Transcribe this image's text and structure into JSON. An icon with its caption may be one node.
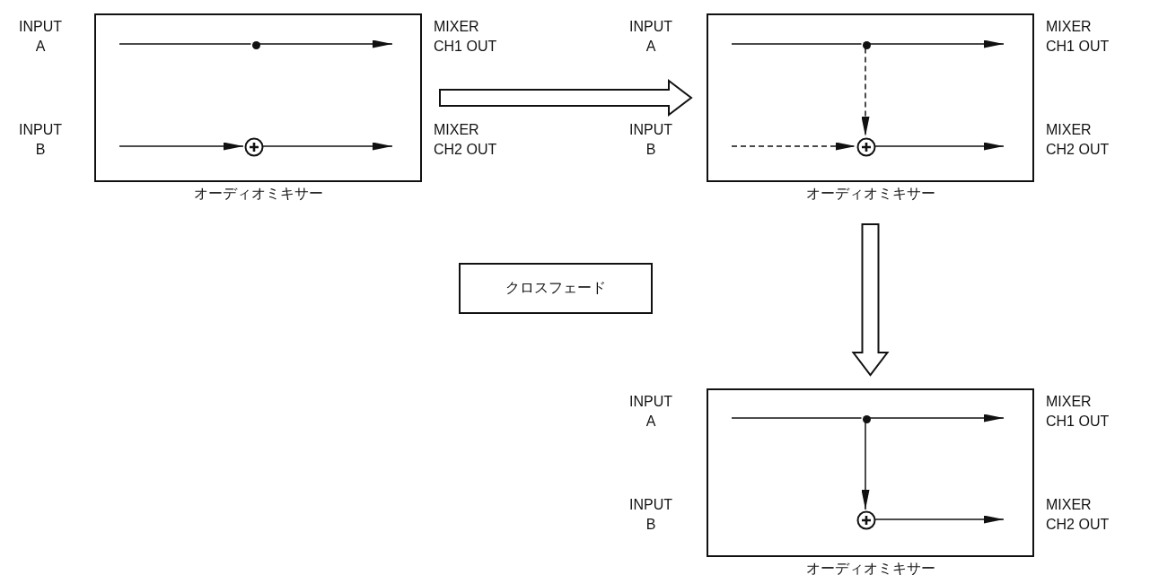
{
  "diagram": {
    "nodes": [
      {
        "text": [
          "オーディオミキサー"
        ]
      },
      {
        "text": [],
        "shape": "circle",
        "in": 0
      },
      {
        "text": [],
        "shape": "circle",
        "in": 0
      },
      {
        "text": [
          "オーディオミキサー"
        ]
      },
      {
        "text": [],
        "shape": "circle",
        "in": 3
      },
      {
        "text": [],
        "shape": "circle",
        "in": 3
      },
      {
        "text": [
          "オーディオミキサー"
        ]
      },
      {
        "text": [],
        "shape": "circle",
        "in": 6
      },
      {
        "text": [],
        "shape": "circle",
        "in": 6
      },
      {
        "text": [
          "クロスフェード"
        ]
      }
    ],
    "edges": [
      {
        "from": null,
        "to": 1,
        "arrow": "none"
      },
      {
        "from": 1,
        "to": null,
        "arrow": "to"
      },
      {
        "from": null,
        "to": 2,
        "arrow": "to"
      },
      {
        "from": 2,
        "to": null,
        "arrow": "to"
      },
      {
        "from": null,
        "to": 4,
        "arrow": "none"
      },
      {
        "from": 4,
        "to": null,
        "arrow": "to"
      },
      {
        "from": 4,
        "to": 5,
        "arrow": "to",
        "style": "dashed"
      },
      {
        "from": null,
        "to": 5,
        "arrow": "to",
        "style": "dashed"
      },
      {
        "from": 5,
        "to": null,
        "arrow": "to"
      },
      {
        "from": null,
        "to": 7,
        "arrow": "none"
      },
      {
        "from": 7,
        "to": null,
        "arrow": "to"
      },
      {
        "from": 7,
        "to": 8,
        "arrow": "to"
      },
      {
        "from": 8,
        "to": null,
        "arrow": "to"
      },
      {
        "from": 0,
        "to": 3,
        "arrow": "to",
        "style": "thick"
      },
      {
        "from": 3,
        "to": 6,
        "arrow": "to",
        "style": "thick"
      }
    ],
    "labels": [
      "INPUT A",
      "MIXER CH1 OUT",
      "INPUT B",
      "MIXER CH2 OUT",
      "INPUT A",
      "MIXER CH1 OUT",
      "INPUT B",
      "MIXER CH2 OUT",
      "INPUT A",
      "MIXER CH1 OUT",
      "INPUT B",
      "MIXER CH2 OUT"
    ]
  }
}
